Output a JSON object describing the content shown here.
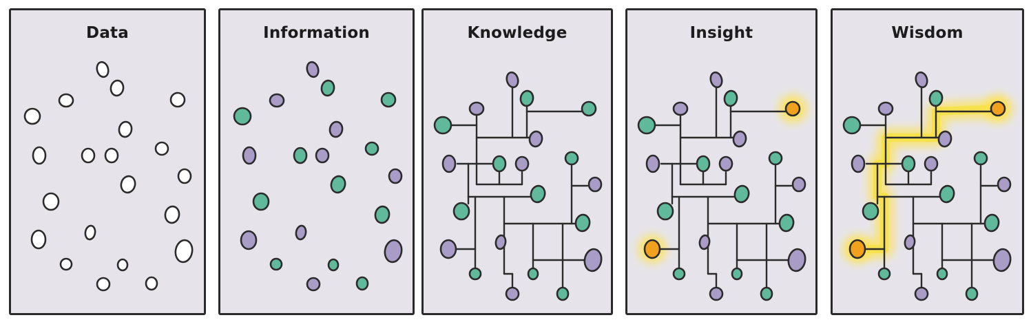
{
  "panels": [
    {
      "title": "Data"
    },
    {
      "title": "Information"
    },
    {
      "title": "Knowledge"
    },
    {
      "title": "Insight"
    },
    {
      "title": "Wisdom"
    }
  ],
  "colors": {
    "background": "#e6e4ea",
    "outline": "#2b2b2b",
    "empty_node": "#ffffff",
    "green_node": "#5fb99a",
    "purple_node": "#a99cc6",
    "highlight_node": "#f0a21e",
    "glow": "#ffe34a",
    "path_highlight": "#f5e04a"
  }
}
